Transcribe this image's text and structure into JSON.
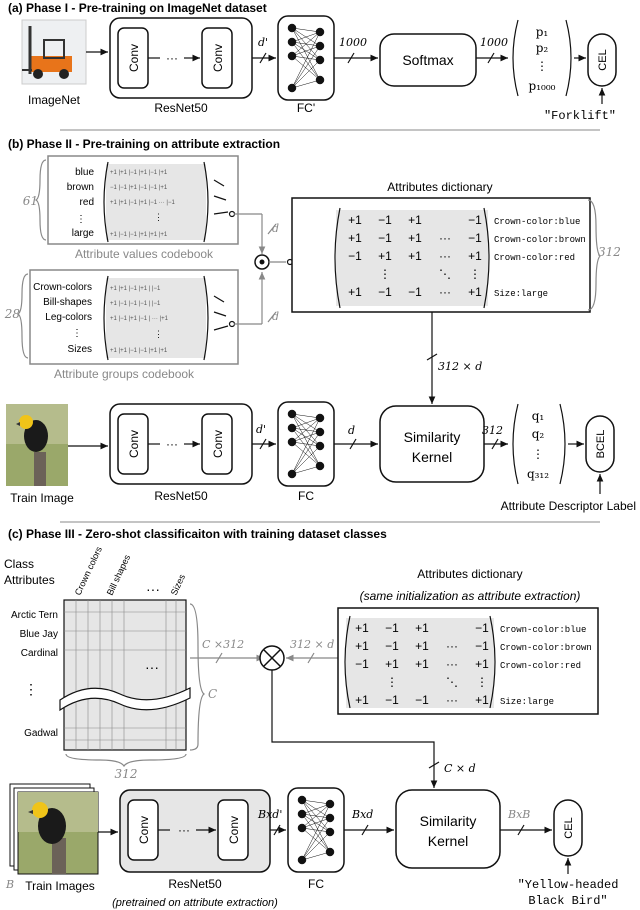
{
  "phase1": {
    "title": "(a) Phase I - Pre-training on ImageNet dataset",
    "image_label": "ImageNet",
    "resnet_label": "ResNet50",
    "conv": "Conv",
    "ellipsis": "···",
    "fc_label": "FC'",
    "dim_d": "d'",
    "dim_1000a": "1000",
    "dim_1000b": "1000",
    "softmax": "Softmax",
    "p1": "p₁",
    "p2": "p₂",
    "pdots": "⋮",
    "p1000": "p₁₀₀₀",
    "loss": "CEL",
    "target": "\"Forklift\""
  },
  "phase2": {
    "title": "(b) Phase II - Pre-training on attribute extraction",
    "values_count": "61",
    "values_rows": [
      "blue",
      "brown",
      "red",
      "⋮",
      "large"
    ],
    "values_label": "Attribute values codebook",
    "groups_count": "28",
    "groups_rows": [
      "Crown-colors",
      "Bill-shapes",
      "Leg-colors",
      "⋮",
      "Sizes"
    ],
    "groups_label": "Attribute groups codebook",
    "dim_d_top": "d",
    "dim_d_bottom": "d",
    "dict_title": "Attributes dictionary",
    "dict_rows": [
      [
        "+1",
        "−1",
        "+1",
        "",
        "−1"
      ],
      [
        "+1",
        "−1",
        "+1",
        "···",
        "−1"
      ],
      [
        "−1",
        "+1",
        "+1",
        "···",
        "+1"
      ],
      [
        "",
        "⋮",
        "",
        "⋱",
        "⋮"
      ],
      [
        "+1",
        "−1",
        "−1",
        "···",
        "+1"
      ]
    ],
    "dict_labels": [
      "Crown-color:blue",
      "Crown-color:brown",
      "Crown-color:red",
      "",
      "Size:large"
    ],
    "dict_count": "312",
    "dim_312d": "312 × d",
    "image_label": "Train Image",
    "resnet_label": "ResNet50",
    "conv": "Conv",
    "ellipsis": "···",
    "fc_label": "FC",
    "dim_dprime": "d'",
    "dim_d": "d",
    "similarity_1": "Similarity",
    "similarity_2": "Kernel",
    "dim_312": "312",
    "q1": "q₁",
    "q2": "q₂",
    "qdots": "⋮",
    "q312": "q₃₁₂",
    "loss": "BCEL",
    "target": "Attribute Descriptor Label"
  },
  "phase3": {
    "title": "(c) Phase III - Zero-shot classificaiton with training dataset classes",
    "class_attr_1": "Class",
    "class_attr_2": "Attributes",
    "col_labels": [
      "Crown colors",
      "Bill shapes",
      "···",
      "Sizes"
    ],
    "row_labels": [
      "Arctic Tern",
      "Blue Jay",
      "Cardinal",
      "⋮",
      "Gadwal"
    ],
    "matrix_dots": "···",
    "dim_c": "C",
    "dim_312": "312",
    "dim_c312": "C ×312",
    "dim_312d": "312 × d",
    "dict_title": "Attributes dictionary",
    "dict_subtitle": "(same initialization as attribute extraction)",
    "dict_rows": [
      [
        "+1",
        "−1",
        "+1",
        "",
        "−1"
      ],
      [
        "+1",
        "−1",
        "+1",
        "···",
        "−1"
      ],
      [
        "−1",
        "+1",
        "+1",
        "···",
        "+1"
      ],
      [
        "",
        "⋮",
        "",
        "⋱",
        "⋮"
      ],
      [
        "+1",
        "−1",
        "−1",
        "···",
        "+1"
      ]
    ],
    "dict_labels": [
      "Crown-color:blue",
      "Crown-color:brown",
      "Crown-color:red",
      "",
      "Size:large"
    ],
    "dim_cd": "C × d",
    "image_label": "Train Images",
    "batch": "B",
    "resnet_label": "ResNet50",
    "resnet_note": "(pretrained on attribute extraction)",
    "conv": "Conv",
    "ellipsis": "···",
    "fc_label": "FC",
    "dim_bxdp": "Bxd'",
    "dim_bxd": "Bxd",
    "similarity_1": "Similarity",
    "similarity_2": "Kernel",
    "dim_bxb": "BxB",
    "loss": "CEL",
    "target_1": "\"Yellow-headed",
    "target_2": "Black Bird\""
  }
}
